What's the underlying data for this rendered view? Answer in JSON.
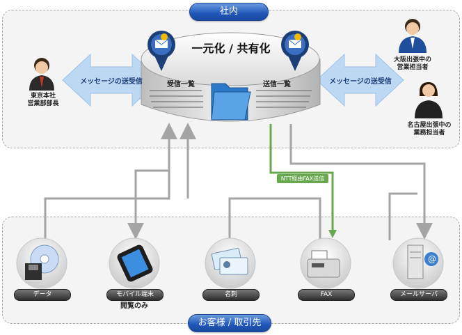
{
  "top_zone": {
    "title": "社内"
  },
  "bottom_zone": {
    "title": "お客様 / 取引先"
  },
  "center": {
    "heading": "一元化 / 共有化",
    "inbox_label": "受信一覧",
    "outbox_label": "送信一覧"
  },
  "left_arrow": {
    "text": "メッセージの送受信"
  },
  "right_arrow": {
    "text": "メッセージの送受信"
  },
  "people": {
    "tokyo": {
      "line1": "東京本社",
      "line2": "営業部部長"
    },
    "osaka": {
      "line1": "大阪出張中の",
      "line2": "営業担当者"
    },
    "nagoya": {
      "line1": "名古屋出張中の",
      "line2": "業務担当者"
    }
  },
  "fax_route_label": "NTT経由FAX送信",
  "devices": [
    {
      "label": "データ",
      "icon": "disc-icon"
    },
    {
      "label": "モバイル端末",
      "icon": "mobile-icon"
    },
    {
      "label": "名刺",
      "icon": "business-card-icon"
    },
    {
      "label": "FAX",
      "icon": "fax-icon"
    },
    {
      "label": "メールサーバ",
      "icon": "server-icon"
    }
  ],
  "mobile_note": "閲覧のみ",
  "colors": {
    "pill_blue": "#1f56b8",
    "arrow_light_blue": "#bcd8f3",
    "route_gray": "#a4a4a4",
    "fax_green": "#6aa84f"
  }
}
